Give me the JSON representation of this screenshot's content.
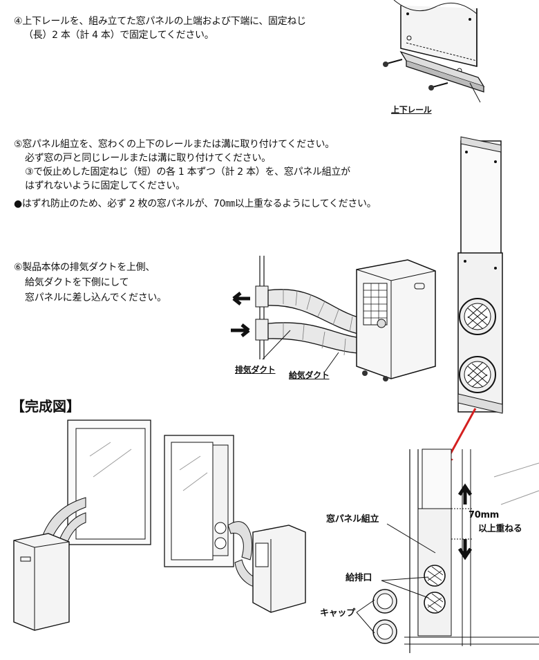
{
  "step4": {
    "line1": "④上下レールを、組み立てた窓パネルの上端および下端に、固定ねじ",
    "line2": "（長）2 本（計 4 本）で固定してください。",
    "rail_label": "上下レール"
  },
  "step5": {
    "line1": "⑤窓パネル組立を、窓わくの上下のレールまたは溝に取り付けてください。",
    "line2": "必ず窓の戸と同じレールまたは溝に取り付けてください。",
    "line3": "③で仮止めした固定ねじ（短）の各 1 本ずつ（計 2 本）を、窓パネル組立が",
    "line4": "はずれないように固定してください。",
    "note": "●はずれ防止のため、必ず 2 枚の窓パネルが、70㎜以上重なるようにしてください。"
  },
  "step6": {
    "line1": "⑥製品本体の排気ダクトを上側、",
    "line2": "給気ダクトを下側にして",
    "line3": "窓パネルに差し込んでください。",
    "exhaust_label": "排気ダクト",
    "intake_label": "給気ダクト"
  },
  "completion": {
    "heading": "【完成図】",
    "panel_label": "窓パネル組立",
    "port_label": "給排口",
    "cap_label": "キャップ",
    "overlap_value": "70mm",
    "overlap_text": "以上重ねる"
  },
  "colors": {
    "ink": "#111111",
    "pointer_arrow": "#d42020",
    "panel_fill": "#f2f2f2"
  }
}
